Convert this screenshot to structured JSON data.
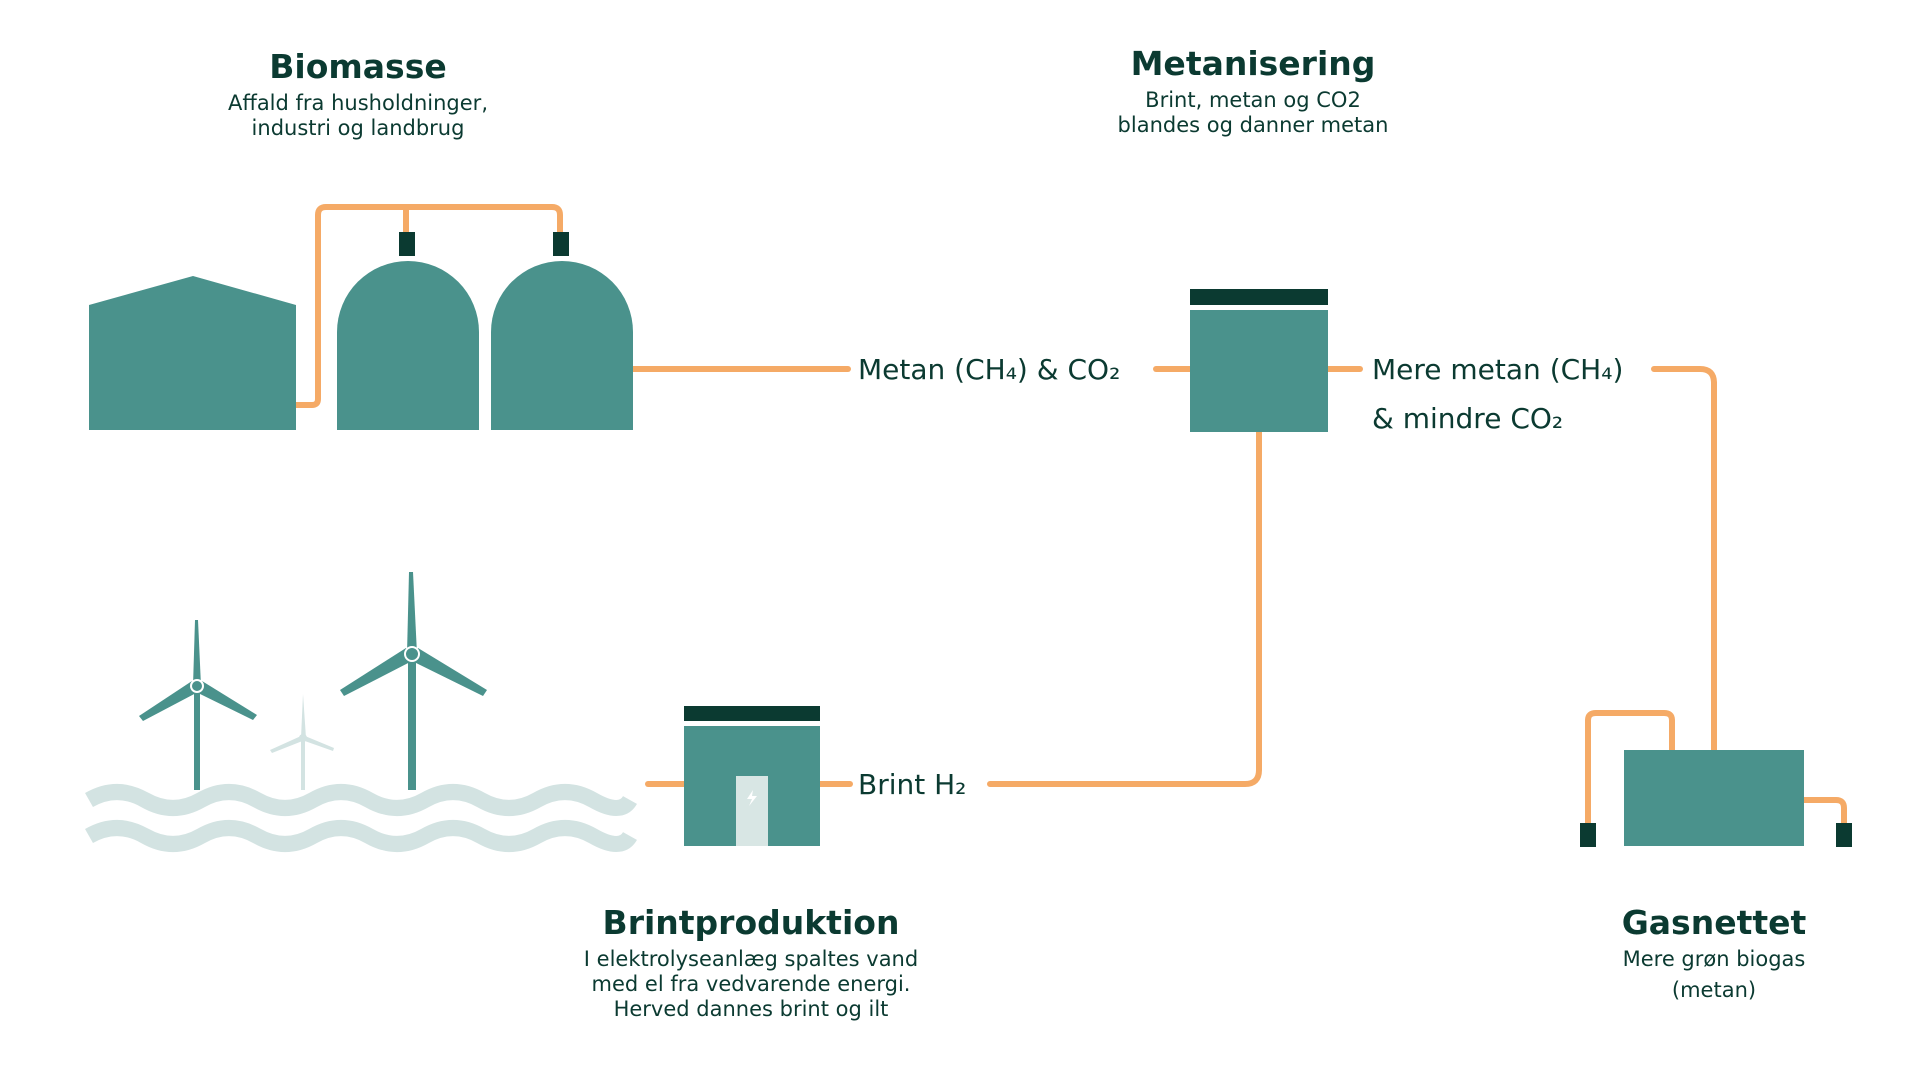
{
  "colors": {
    "teal": "#4a928c",
    "dark": "#0b3a31",
    "pipe": "#f5aa66",
    "wave": "#d3e3e2",
    "door": "#d8e6e4"
  },
  "icons": {
    "biogas_plant": "biogas-plant-icon",
    "methanation_unit": "methanation-unit-icon",
    "wind_turbines": "wind-turbine-icon",
    "electrolysis_plant": "electrolysis-plant-icon",
    "gas_grid": "gas-grid-icon"
  },
  "biomasse": {
    "title": "Biomasse",
    "desc_line1": "Affald fra husholdninger,",
    "desc_line2": "industri og landbrug"
  },
  "metanisering": {
    "title": "Metanisering",
    "desc_line1": "Brint, metan og CO2",
    "desc_line2": "blandes og danner metan"
  },
  "brintproduktion": {
    "title": "Brintproduktion",
    "desc_line1": "I elektrolyseanlæg spaltes vand",
    "desc_line2": "med el fra vedvarende energi.",
    "desc_line3": "Herved dannes brint og ilt"
  },
  "gasnettet": {
    "title": "Gasnettet",
    "desc_line1": "Mere grøn biogas",
    "desc_line2": "(metan)"
  },
  "flows": {
    "metan_co2": "Metan (CH₄) & CO₂",
    "mere_metan_line1": "Mere metan (CH₄)",
    "mere_metan_line2": "& mindre CO₂",
    "brint": "Brint H₂"
  }
}
